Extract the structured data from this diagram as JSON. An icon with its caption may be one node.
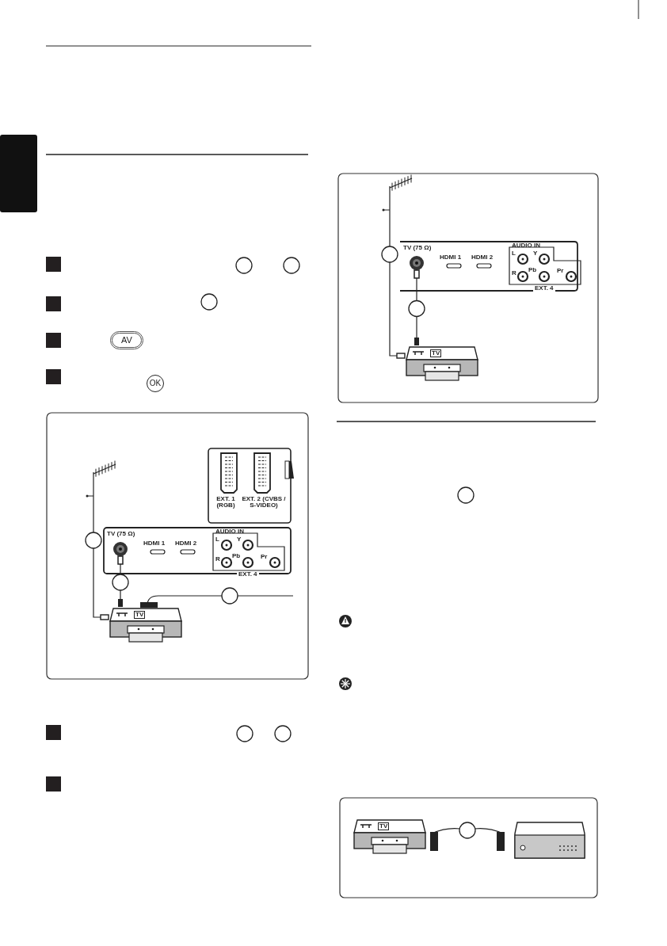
{
  "diagram": {
    "nodes": [
      {
        "text": [],
        "shape": "box"
      }
    ],
    "labels": [
      "AV",
      "OK",
      "EXT. 1 (RGB)",
      "EXT. 2 (CVBS / S-VIDEO)",
      "TV (75 Ω)",
      "HDMI 1",
      "HDMI 2",
      "AUDIO IN",
      "L",
      "Y",
      "R",
      "Pb",
      "Pr",
      "EXT. 4",
      "TV",
      "TV (75 Ω)",
      "HDMI 1",
      "HDMI 2",
      "AUDIO IN",
      "L",
      "Y",
      "R",
      "Pb",
      "Pr",
      "EXT. 4",
      "TV",
      "TV"
    ]
  }
}
